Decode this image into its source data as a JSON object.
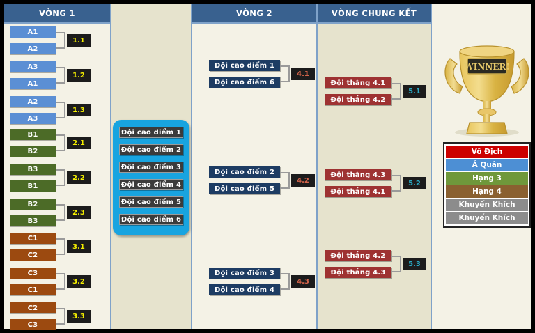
{
  "columns": [
    {
      "name": "round1",
      "title": "VÒNG 1"
    },
    {
      "name": "spacer",
      "title": ""
    },
    {
      "name": "round2",
      "title": "VÒNG 2"
    },
    {
      "name": "finals",
      "title": "VÒNG CHUNG KẾT"
    },
    {
      "name": "trophy",
      "title": ""
    }
  ],
  "round1": {
    "matches": [
      {
        "code": "1.1",
        "color": "blue",
        "teams": [
          "A1",
          "A2"
        ]
      },
      {
        "code": "1.2",
        "color": "blue",
        "teams": [
          "A3",
          "A1"
        ]
      },
      {
        "code": "1.3",
        "color": "blue",
        "teams": [
          "A2",
          "A3"
        ]
      },
      {
        "code": "2.1",
        "color": "green",
        "teams": [
          "B1",
          "B2"
        ]
      },
      {
        "code": "2.2",
        "color": "green",
        "teams": [
          "B3",
          "B1"
        ]
      },
      {
        "code": "2.3",
        "color": "green",
        "teams": [
          "B2",
          "B3"
        ]
      },
      {
        "code": "3.1",
        "color": "brown",
        "teams": [
          "C1",
          "C2"
        ]
      },
      {
        "code": "3.2",
        "color": "brown",
        "teams": [
          "C3",
          "C1"
        ]
      },
      {
        "code": "3.3",
        "color": "brown",
        "teams": [
          "C2",
          "C3"
        ]
      }
    ]
  },
  "top_teams_panel": {
    "items": [
      "Đội cao điểm 1",
      "Đội cao điểm 2",
      "Đội cao điểm 3",
      "Đội cao điểm 4",
      "Đội cao điểm 5",
      "Đội cao điểm 6"
    ]
  },
  "round2": {
    "matches": [
      {
        "code": "4.1",
        "teams": [
          "Đội cao điểm 1",
          "Đội cao điểm 6"
        ]
      },
      {
        "code": "4.2",
        "teams": [
          "Đội cao điểm 2",
          "Đội cao điểm 5"
        ]
      },
      {
        "code": "4.3",
        "teams": [
          "Đội cao điểm 3",
          "Đội cao điểm 4"
        ]
      }
    ]
  },
  "finals": {
    "matches": [
      {
        "code": "5.1",
        "teams": [
          "Đội thắng 4.1",
          "Đội thắng 4.2"
        ]
      },
      {
        "code": "5.2",
        "teams": [
          "Đội thắng 4.3",
          "Đội thắng 4.1"
        ]
      },
      {
        "code": "5.3",
        "teams": [
          "Đội thắng 4.2",
          "Đội thắng 4.3"
        ]
      }
    ]
  },
  "trophy": {
    "plaque": "WINNER!"
  },
  "legend": {
    "rows": [
      {
        "label": "Vô Địch",
        "color": "#cc0000"
      },
      {
        "label": "Á Quân",
        "color": "#4d8fd4"
      },
      {
        "label": "Hạng 3",
        "color": "#6f983b"
      },
      {
        "label": "Hạng 4",
        "color": "#8a6030"
      },
      {
        "label": "Khuyến Khích",
        "color": "#8c8c8c"
      },
      {
        "label": "Khuyến Khích",
        "color": "#8c8c8c"
      }
    ]
  },
  "palette": {
    "group_a": "#5b8fd4",
    "group_b": "#4c6b27",
    "group_c": "#9c4a10",
    "round2_box": "#1d3c63",
    "finals_box": "#9e3232",
    "panel_blue": "#18a4e0",
    "header_blue": "#39618f",
    "chip_bg": "#1c1c1c",
    "chip_yellow": "#f5f000",
    "chip_orange": "#d4644a",
    "chip_cyan": "#2aa9c4"
  }
}
